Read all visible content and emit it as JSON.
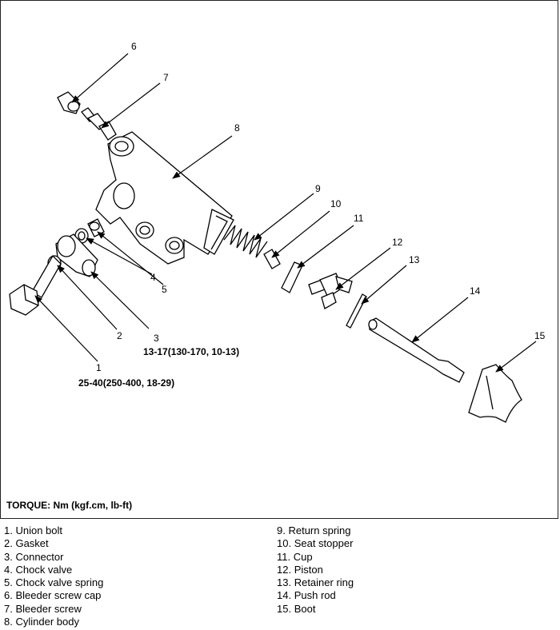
{
  "callouts": [
    "1",
    "2",
    "3",
    "4",
    "5",
    "6",
    "7",
    "8",
    "9",
    "10",
    "11",
    "12",
    "13",
    "14",
    "15"
  ],
  "torque_values": {
    "union_bolt": "25-40(250-400, 18-29)",
    "connector": "13-17(130-170, 10-13)"
  },
  "torque_note": "TORQUE: Nm (kgf.cm, lb-ft)",
  "legend_left": [
    {
      "num": "1.",
      "label": "Union bolt"
    },
    {
      "num": "2.",
      "label": "Gasket"
    },
    {
      "num": "3.",
      "label": "Connector"
    },
    {
      "num": "4.",
      "label": "Chock valve"
    },
    {
      "num": "5.",
      "label": "Chock valve spring"
    },
    {
      "num": "6.",
      "label": "Bleeder screw cap"
    },
    {
      "num": "7.",
      "label": "Bleeder screw"
    },
    {
      "num": "8.",
      "label": "Cylinder body"
    }
  ],
  "legend_right": [
    {
      "num": "9.",
      "label": "Return spring"
    },
    {
      "num": "10.",
      "label": "Seat stopper"
    },
    {
      "num": "11.",
      "label": "Cup"
    },
    {
      "num": "12.",
      "label": "Piston"
    },
    {
      "num": "13.",
      "label": "Retainer ring"
    },
    {
      "num": "14.",
      "label": "Push rod"
    },
    {
      "num": "15.",
      "label": "Boot"
    }
  ]
}
